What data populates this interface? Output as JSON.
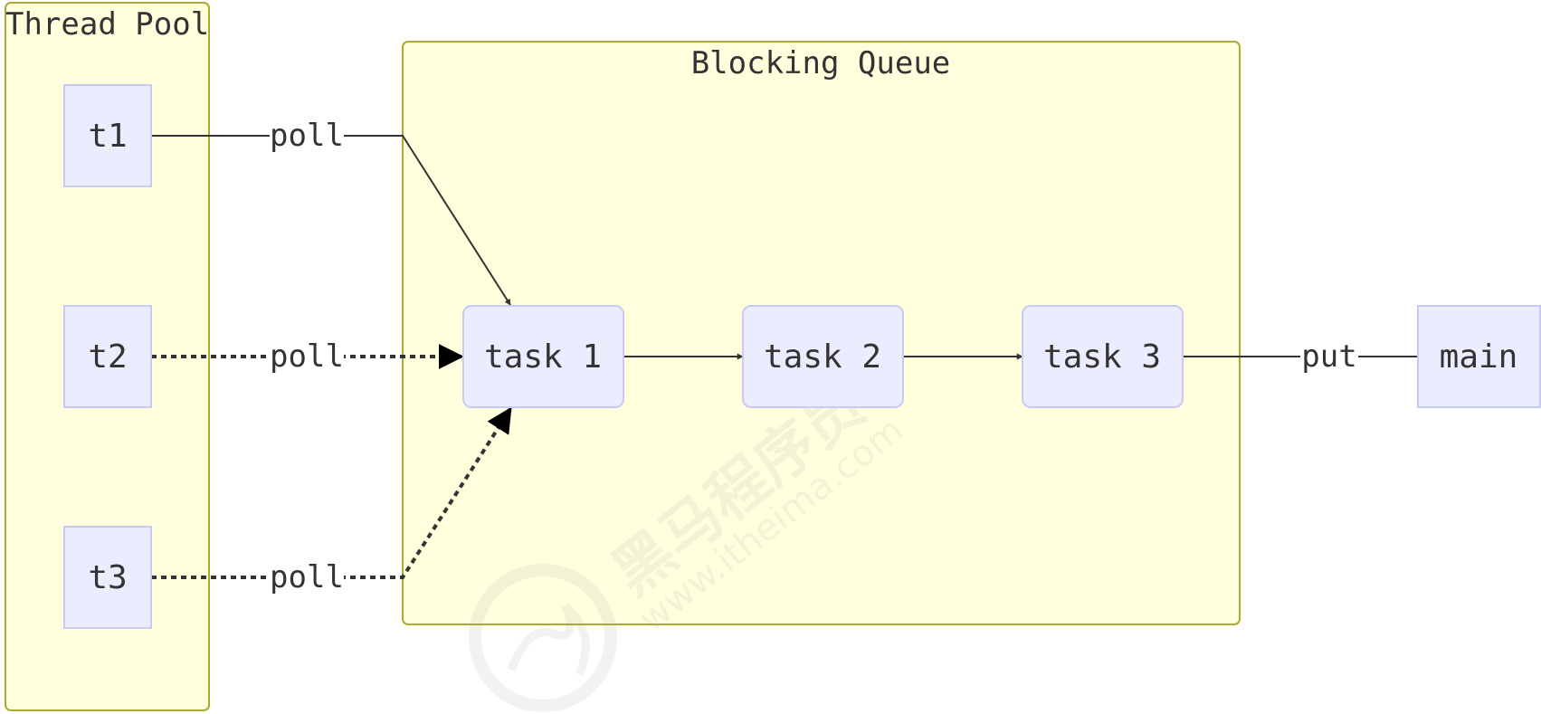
{
  "clusters": {
    "thread_pool": {
      "label": "Thread Pool"
    },
    "blocking_queue": {
      "label": "Blocking Queue"
    }
  },
  "nodes": {
    "t1": {
      "label": "t1"
    },
    "t2": {
      "label": "t2"
    },
    "t3": {
      "label": "t3"
    },
    "task1": {
      "label": "task 1"
    },
    "task2": {
      "label": "task 2"
    },
    "task3": {
      "label": "task 3"
    },
    "main": {
      "label": "main"
    }
  },
  "edges": [
    {
      "from": "t1",
      "to": "task1",
      "label": "poll",
      "style": "solid"
    },
    {
      "from": "t2",
      "to": "task1",
      "label": "poll",
      "style": "dotted"
    },
    {
      "from": "t3",
      "to": "task1",
      "label": "poll",
      "style": "dotted"
    },
    {
      "from": "task1",
      "to": "task2",
      "label": "",
      "style": "solid"
    },
    {
      "from": "task2",
      "to": "task3",
      "label": "",
      "style": "solid"
    },
    {
      "from": "main",
      "to": "task3",
      "label": "put",
      "style": "solid"
    }
  ],
  "colors": {
    "cluster_fill": "#ffffde",
    "cluster_stroke": "#aaaa33",
    "node_fill": "#ececff",
    "node_stroke": "#c9c9f5",
    "edge": "#333333",
    "text": "#333333"
  },
  "watermark": {
    "brand": "黑马程序员",
    "url": "www.itheima.com"
  }
}
